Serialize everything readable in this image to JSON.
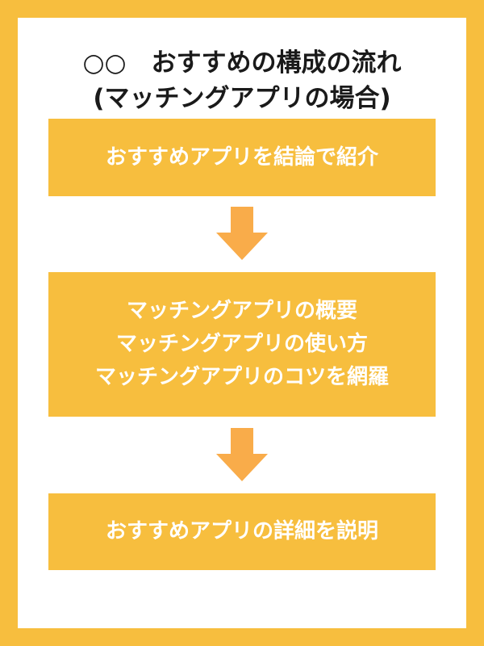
{
  "title": {
    "lines": [
      "○○　おすすめの構成の流れ",
      "(マッチングアプリの場合)"
    ]
  },
  "steps": [
    {
      "lines": [
        "おすすめアプリを結論で紹介"
      ]
    },
    {
      "lines": [
        "マッチングアプリの概要",
        "マッチングアプリの使い方",
        "マッチングアプリのコツを網羅"
      ]
    },
    {
      "lines": [
        "おすすめアプリの詳細を説明"
      ]
    }
  ],
  "colors": {
    "frame": "#f7be3e",
    "box": "#f7be3e",
    "arrow": "#f9ac4a",
    "title_text": "#1a1a1a",
    "box_text": "#ffffff"
  },
  "icons": {
    "arrow": "arrow-down-icon"
  }
}
